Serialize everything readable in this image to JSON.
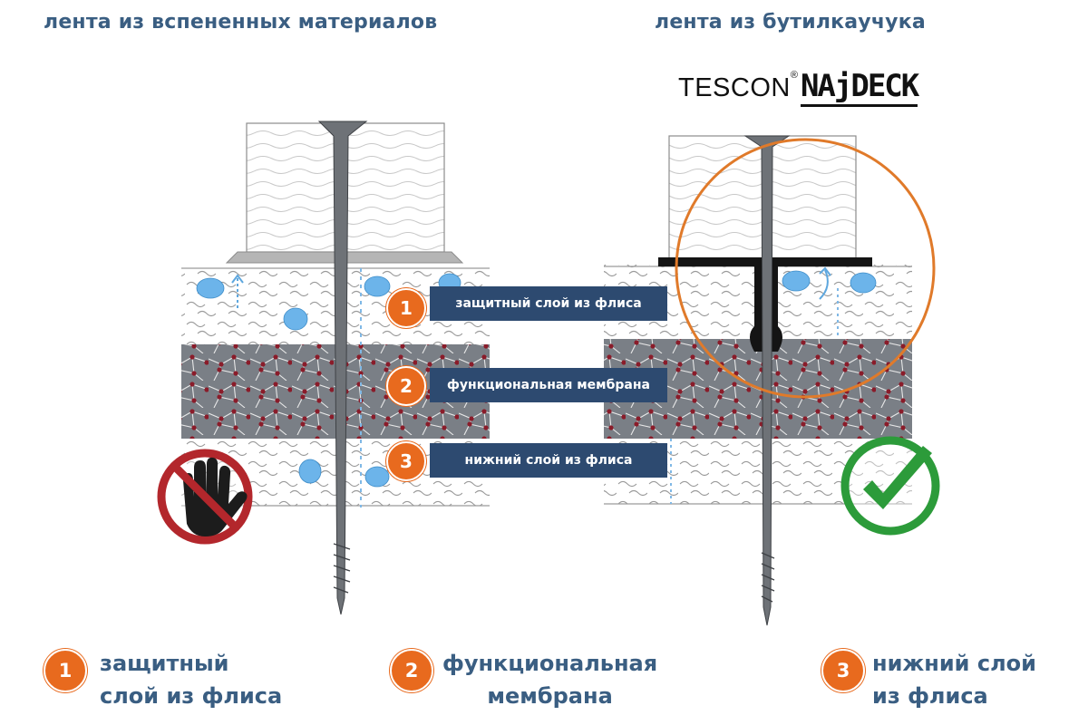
{
  "headings": {
    "left": "лента из вспененных материалов",
    "right": "лента из бутилкаучука"
  },
  "brand": {
    "name": "TESCON",
    "reg": "®",
    "product": "NAjDECK"
  },
  "callouts": [
    {
      "num": "1",
      "label": "защитный слой из флиса"
    },
    {
      "num": "2",
      "label": "функциональная мембрана"
    },
    {
      "num": "3",
      "label": "нижний слой из флиса"
    }
  ],
  "legend": [
    {
      "num": "1",
      "line1": "защитный",
      "line2": "слой из флиса"
    },
    {
      "num": "2",
      "line1": "функциональная",
      "line2": "мембрана"
    },
    {
      "num": "3",
      "line1": "нижний слой",
      "line2": "из флиса"
    }
  ],
  "colors": {
    "accent_orange": "#e86a1e",
    "callout_navy": "#2d4a70",
    "heading_blue": "#3a5e82",
    "membrane_gray": "#777c82",
    "wrong_red": "#b3272c",
    "correct_green": "#2c9b3a"
  },
  "icons": {
    "wrong": "no-hand-icon",
    "correct": "checkmark-icon"
  }
}
